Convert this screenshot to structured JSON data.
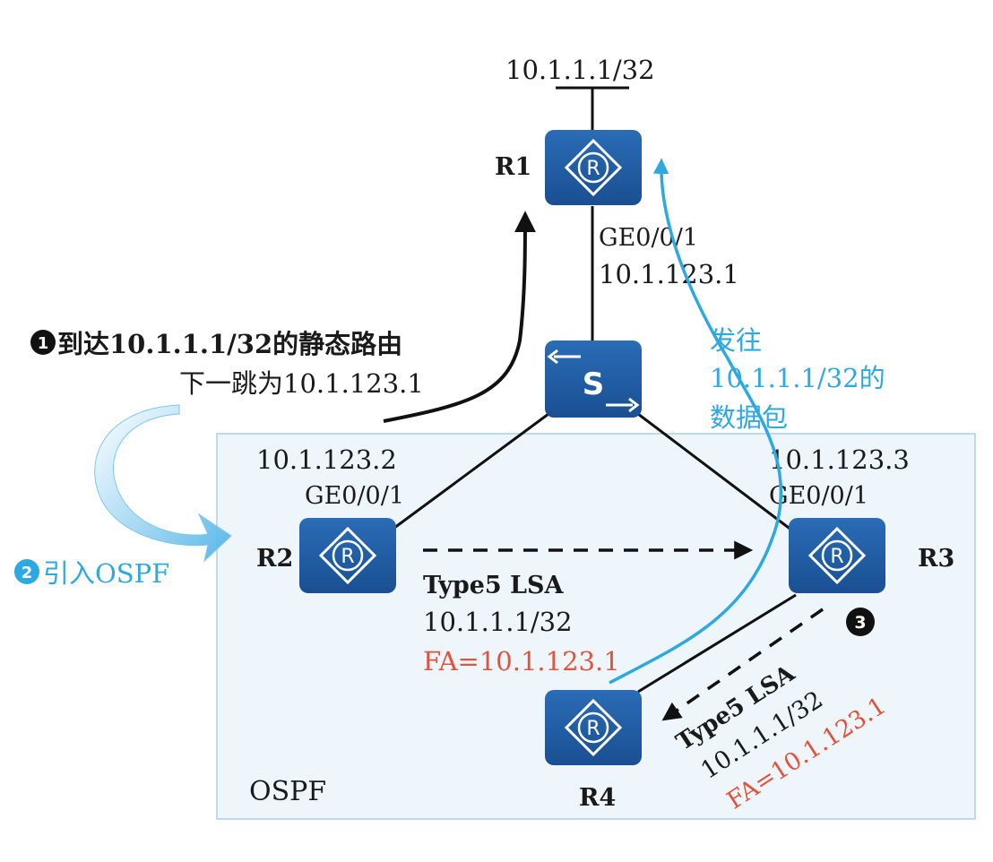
{
  "colors": {
    "router_fill": "#1f5ea6",
    "area_fill": "#eef6fb",
    "area_border": "#a9d0e6",
    "blue_path": "#2ea8e0",
    "fa_red": "#e0533c",
    "text_dark": "#1a1a1a"
  },
  "top_prefix": "10.1.1.1/32",
  "devices": {
    "r1": {
      "label": "R1",
      "icon": "router-icon",
      "glyph": "R"
    },
    "r2": {
      "label": "R2",
      "icon": "router-icon",
      "glyph": "R"
    },
    "r3": {
      "label": "R3",
      "icon": "router-icon",
      "glyph": "R"
    },
    "r4": {
      "label": "R4",
      "icon": "router-icon",
      "glyph": "R"
    },
    "switch": {
      "icon": "switch-icon",
      "glyph": "S"
    }
  },
  "interfaces": {
    "r1_if": "GE0/0/1",
    "r1_ip": "10.1.123.1",
    "r2_ip": "10.1.123.2",
    "r2_if": "GE0/0/1",
    "r3_ip": "10.1.123.3",
    "r3_if": "GE0/0/1"
  },
  "step1": {
    "marker": "1",
    "line1": "到达10.1.1.1/32的静态路由",
    "line2": "下一跳为10.1.123.1"
  },
  "step2": {
    "marker": "2",
    "text": "引入OSPF"
  },
  "step3": {
    "marker": "3"
  },
  "blue_note": {
    "line1": "发往",
    "line2": "10.1.1.1/32的",
    "line3": "数据包"
  },
  "lsa_r2_r3": {
    "title": "Type5 LSA",
    "prefix": "10.1.1.1/32",
    "fa": "FA=10.1.123.1"
  },
  "lsa_r3_r4": {
    "title": "Type5 LSA",
    "prefix": "10.1.1.1/32",
    "fa": "FA=10.1.123.1"
  },
  "area_label": "OSPF"
}
